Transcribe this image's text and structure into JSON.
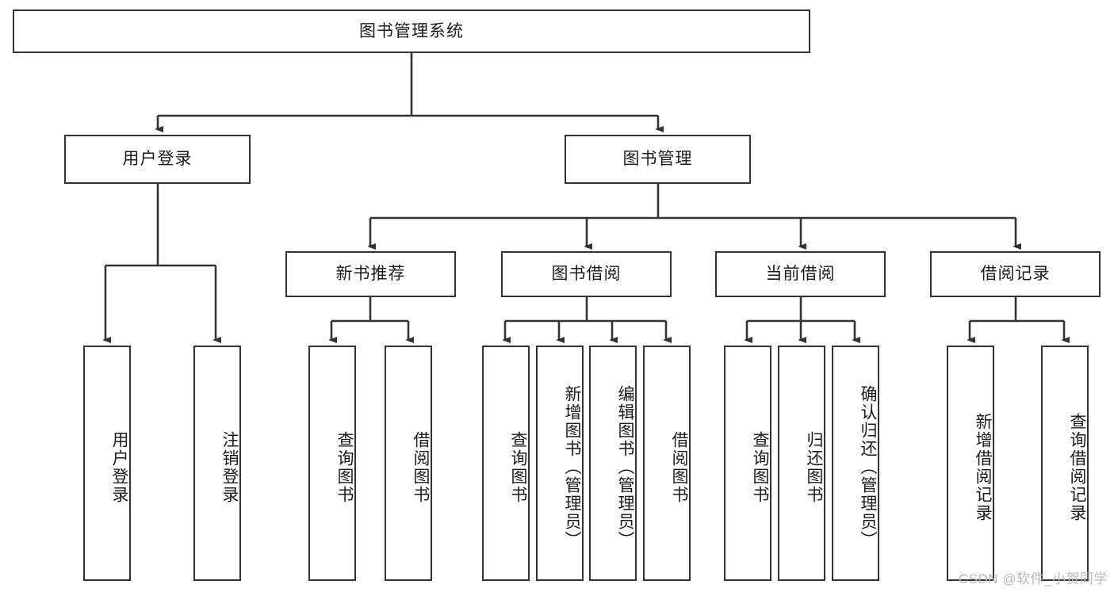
{
  "diagram": {
    "title": "图书管理系统",
    "watermark": "CSDN @软件_小贺同学",
    "line_color": "#333333",
    "box_border_color": "#333333",
    "box_fill_color": "#ffffff",
    "text_color": "#1b1b1b",
    "root": {
      "label": "图书管理系统"
    },
    "level2": [
      {
        "label": "用户登录"
      },
      {
        "label": "图书管理"
      }
    ],
    "level3": [
      {
        "label": "新书推荐"
      },
      {
        "label": "图书借阅"
      },
      {
        "label": "当前借阅"
      },
      {
        "label": "借阅记录"
      }
    ],
    "leaves": {
      "user_login": [
        {
          "label": "用户登录"
        },
        {
          "label": "注销登录"
        }
      ],
      "new_book_recommend": [
        {
          "label": "查询图书"
        },
        {
          "label": "借阅图书"
        }
      ],
      "book_borrow": [
        {
          "label": "查询图书"
        },
        {
          "label": "新增图书（管理员）"
        },
        {
          "label": "编辑图书（管理员）"
        },
        {
          "label": "借阅图书"
        }
      ],
      "current_borrow": [
        {
          "label": "查询图书"
        },
        {
          "label": "归还图书"
        },
        {
          "label": "确认归还（管理员）"
        }
      ],
      "borrow_record": [
        {
          "label": "新增借阅记录"
        },
        {
          "label": "查询借阅记录"
        }
      ]
    }
  }
}
